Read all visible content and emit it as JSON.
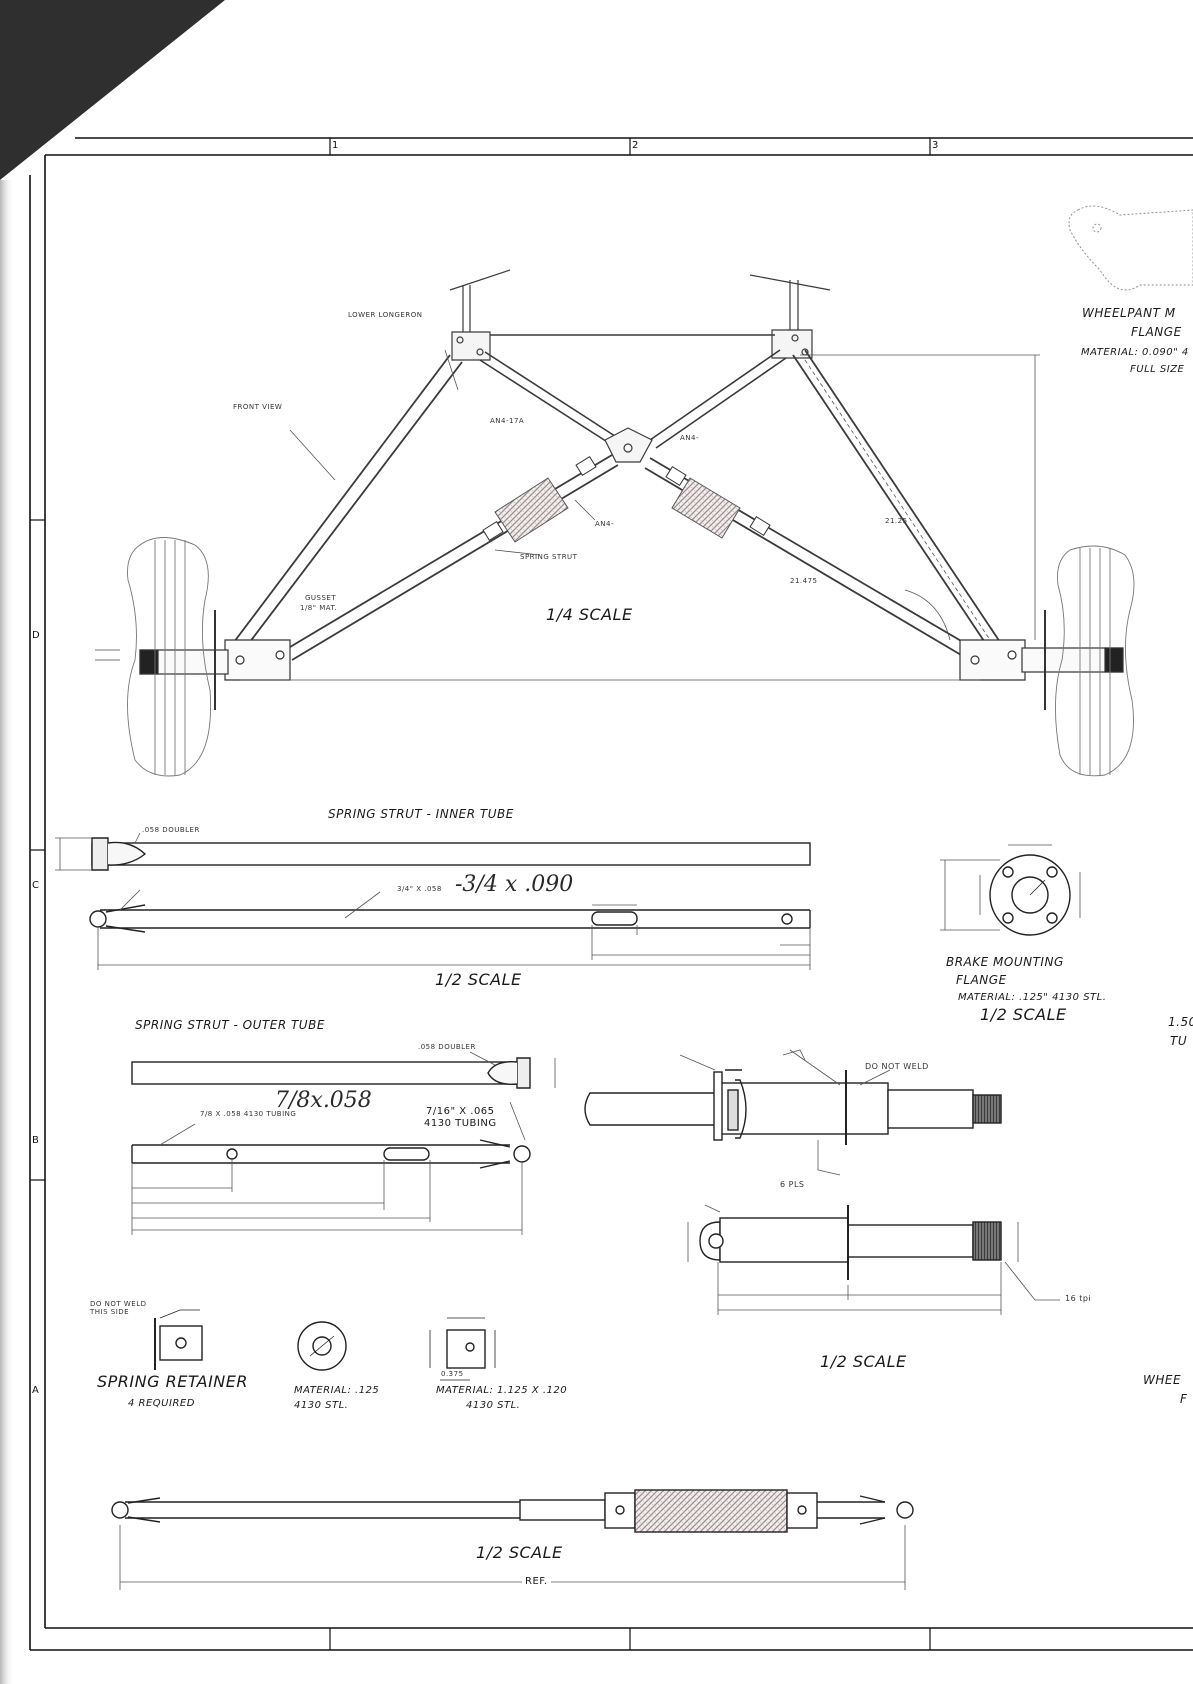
{
  "zones": {
    "columns": [
      "1",
      "2",
      "3"
    ],
    "rows": [
      "D",
      "C",
      "B",
      "A"
    ]
  },
  "main_view": {
    "scale": "1/4 SCALE",
    "callouts": {
      "lower_longeron": "LOWER LONGERON",
      "an_17a": "AN4-17A",
      "an_center": "AN4-",
      "an_spring": "AN4-",
      "spring_strut": "SPRING STRUT",
      "gusset": "GUSSET",
      "gusset_material": "1/8\" MAT.",
      "front_view": "FRONT VIEW",
      "dim_2125": "21.25",
      "dim_2475": "21.475"
    }
  },
  "wheelpant": {
    "title_line1": "WHEELPANT M",
    "title_line2": "FLANGE",
    "material": "MATERIAL: 0.090\" 4",
    "size": "FULL SIZE"
  },
  "inner_tube": {
    "title": "SPRING STRUT - INNER TUBE",
    "tube_spec": "3/4\" X .058",
    "handwritten": "-3/4 x .090",
    "doubler": ".058 DOUBLER",
    "scale": "1/2 SCALE"
  },
  "brake_flange": {
    "title_line1": "BRAKE MOUNTING",
    "title_line2": "FLANGE",
    "material": "MATERIAL: .125\" 4130 STL.",
    "scale": "1/2 SCALE"
  },
  "outer_tube": {
    "title": "SPRING STRUT - OUTER TUBE",
    "doubler": ".058 DOUBLER",
    "tube_spec": "7/8 X .058 4130 TUBING",
    "handwritten": "7/8x.058",
    "tubing_716": "7/16\" X .065",
    "tubing_716_b": "4130 TUBING"
  },
  "axle": {
    "do_not_weld": "DO NOT WELD",
    "scale": "1/2 SCALE",
    "thread": "16 tpi",
    "weld_6pls": "6 PLS"
  },
  "right_edge": {
    "text_1": "1.50",
    "text_2": "TU",
    "text_3": "WHEE",
    "text_4": "F"
  },
  "spring_retainer": {
    "title": "SPRING RETAINER",
    "qty": "4 REQUIRED",
    "note": "DO NOT WELD THIS SIDE"
  },
  "washer": {
    "material_1": "MATERIAL: .125",
    "material_2": "4130 STL."
  },
  "block": {
    "material_1": "MATERIAL: 1.125 X .120",
    "material_2": "4130 STL.",
    "dim": "0.375"
  },
  "assembly": {
    "scale": "1/2 SCALE",
    "ref": "REF."
  }
}
